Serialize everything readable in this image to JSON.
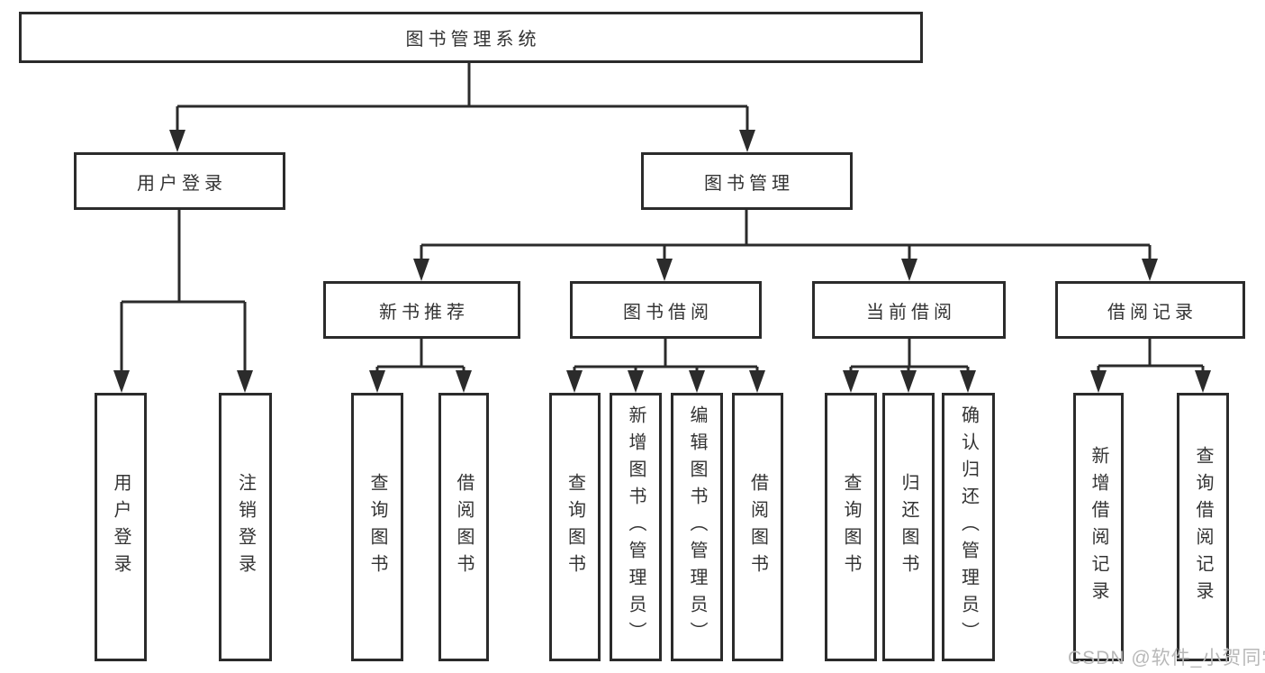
{
  "figure": {
    "type": "hierarchy-diagram"
  },
  "tree": {
    "label": "图书管理系统",
    "children": [
      {
        "label": "用户登录",
        "children": [
          {
            "label": "用户登录"
          },
          {
            "label": "注销登录"
          }
        ]
      },
      {
        "label": "图书管理",
        "children": [
          {
            "label": "新书推荐",
            "children": [
              {
                "label": "查询图书"
              },
              {
                "label": "借阅图书"
              }
            ]
          },
          {
            "label": "图书借阅",
            "children": [
              {
                "label": "查询图书"
              },
              {
                "label": "新增图书（管理员）"
              },
              {
                "label": "编辑图书（管理员）"
              },
              {
                "label": "借阅图书"
              }
            ]
          },
          {
            "label": "当前借阅",
            "children": [
              {
                "label": "查询图书"
              },
              {
                "label": "归还图书"
              },
              {
                "label": "确认归还（管理员）"
              }
            ]
          },
          {
            "label": "借阅记录",
            "children": [
              {
                "label": "新增借阅记录"
              },
              {
                "label": "查询借阅记录"
              }
            ]
          }
        ]
      }
    ]
  },
  "watermark": {
    "text": "CSDN @软件_小贺同学"
  },
  "colors": {
    "line": "#2b2b2b",
    "text": "#333333",
    "watermark": "#b8b8b8",
    "background": "#ffffff"
  }
}
